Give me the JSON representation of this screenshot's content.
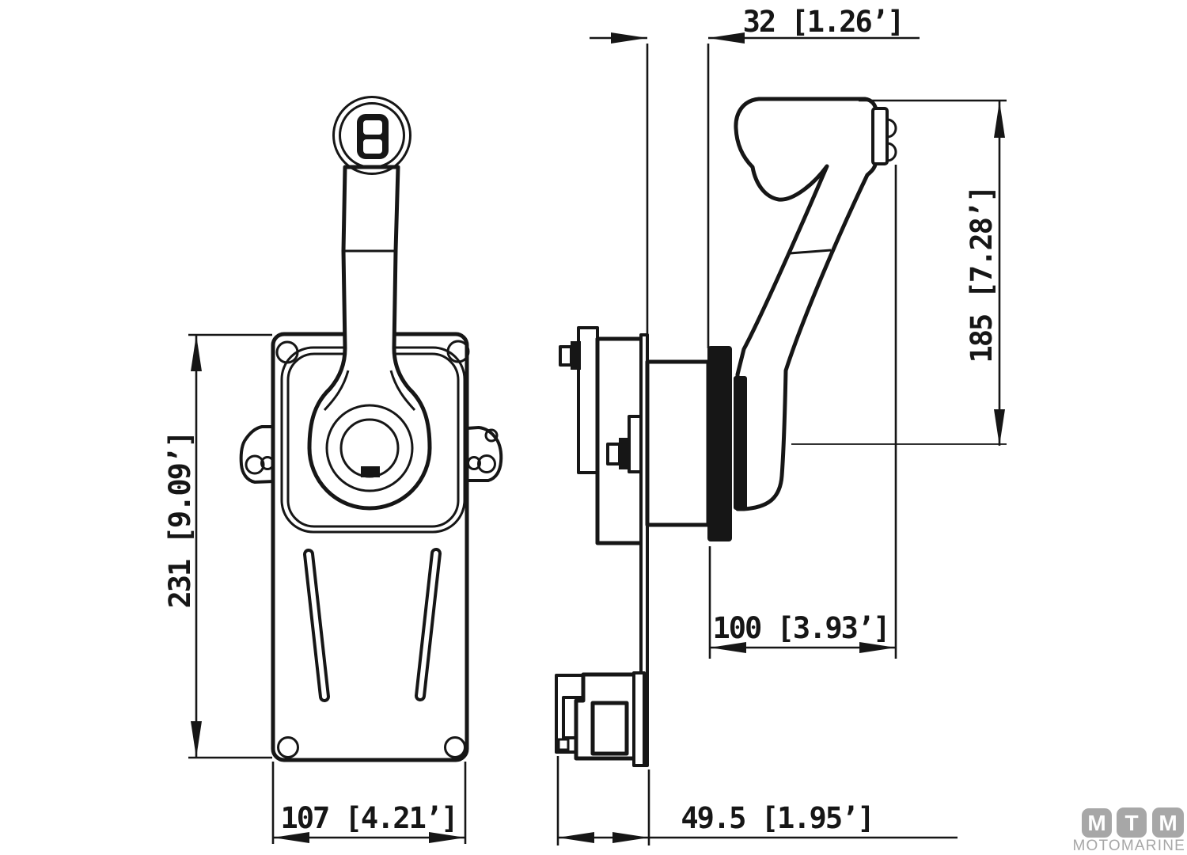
{
  "drawing": {
    "dimensions": {
      "top_width": "32 [1.26’]",
      "handle_height": "185 [7.28’]",
      "body_height": "231 [9.09’]",
      "body_width": "107 [4.21’]",
      "mount_depth": "49.5 [1.95’]",
      "handle_reach": "100 [3.93’]"
    },
    "logo": {
      "blocks": [
        "M",
        "T",
        "M"
      ],
      "subtitle": "MOTOMARINE"
    },
    "colors": {
      "line": "#161616",
      "background": "#ffffff",
      "logo_gray": "#a7a7a7"
    }
  }
}
